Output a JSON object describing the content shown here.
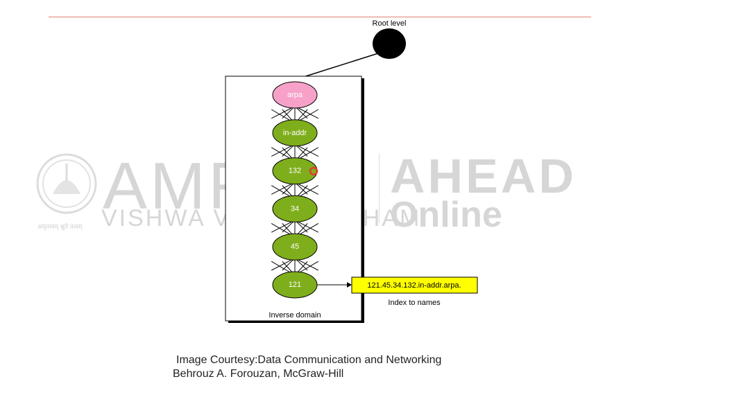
{
  "diagram": {
    "root_label": "Root level",
    "nodes": [
      {
        "id": "arpa",
        "label": "arpa",
        "fill": "#f7a1c9"
      },
      {
        "id": "in-addr",
        "label": "in-addr",
        "fill": "#7fae1c"
      },
      {
        "id": "132",
        "label": "132",
        "fill": "#7fae1c"
      },
      {
        "id": "34",
        "label": "34",
        "fill": "#7fae1c"
      },
      {
        "id": "45",
        "label": "45",
        "fill": "#7fae1c"
      },
      {
        "id": "121",
        "label": "121",
        "fill": "#7fae1c"
      }
    ],
    "box_label": "Inverse domain",
    "result_label": "121.45.34.132.in-addr.arpa.",
    "result_fill": "#ffff00",
    "result_caption": "Index to names"
  },
  "courtesy": {
    "line1": "Image Courtesy:Data Communication and Networking",
    "line2": "Behrouz A. Forouzan, McGraw-Hill"
  },
  "watermark": {
    "main": "AMRITA",
    "sub": "VISHWA VIDYAPEETHAM",
    "tagline": "अमृतत्वम् श्नुते तत्वम्",
    "brand": "AHEAD",
    "brand_sub": "Online"
  },
  "colors": {
    "root_node": "#000000",
    "rule": "#d9826f",
    "pointer": "#e23b2e"
  }
}
